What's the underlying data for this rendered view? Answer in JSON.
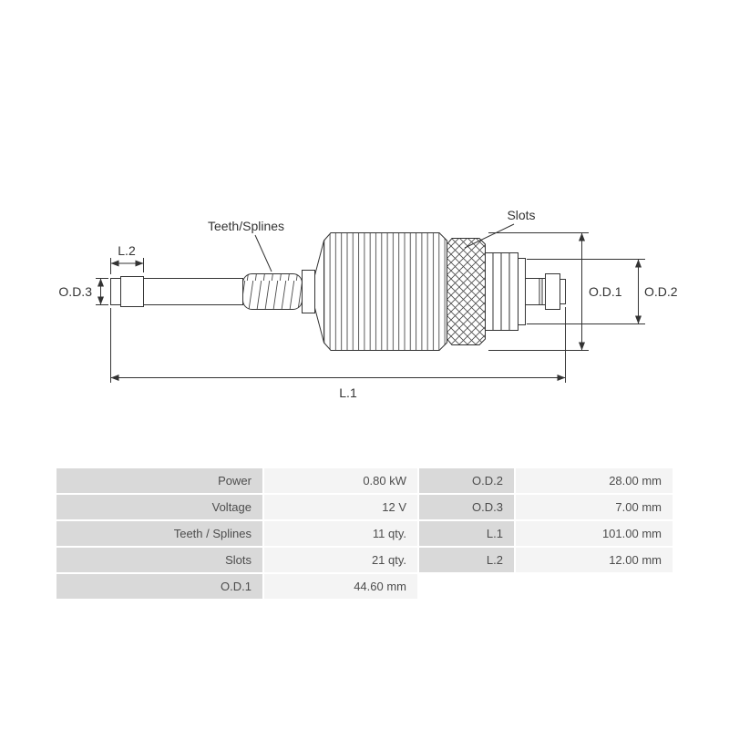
{
  "diagram": {
    "labels": {
      "teeth_splines": "Teeth/Splines",
      "slots": "Slots",
      "l2": "L.2",
      "od3": "O.D.3",
      "od1": "O.D.1",
      "od2": "O.D.2",
      "l1": "L.1"
    },
    "line_color": "#333333"
  },
  "specs": {
    "rows": [
      {
        "left_label": "Power",
        "left_value": "0.80 kW",
        "right_label": "O.D.2",
        "right_value": "28.00 mm"
      },
      {
        "left_label": "Voltage",
        "left_value": "12 V",
        "right_label": "O.D.3",
        "right_value": "7.00 mm"
      },
      {
        "left_label": "Teeth / Splines",
        "left_value": "11 qty.",
        "right_label": "L.1",
        "right_value": "101.00 mm"
      },
      {
        "left_label": "Slots",
        "left_value": "21 qty.",
        "right_label": "L.2",
        "right_value": "12.00 mm"
      },
      {
        "left_label": "O.D.1",
        "left_value": "44.60 mm",
        "right_label": "",
        "right_value": ""
      }
    ],
    "label_bg": "#d9d9d9",
    "value_bg": "#f4f4f4"
  }
}
